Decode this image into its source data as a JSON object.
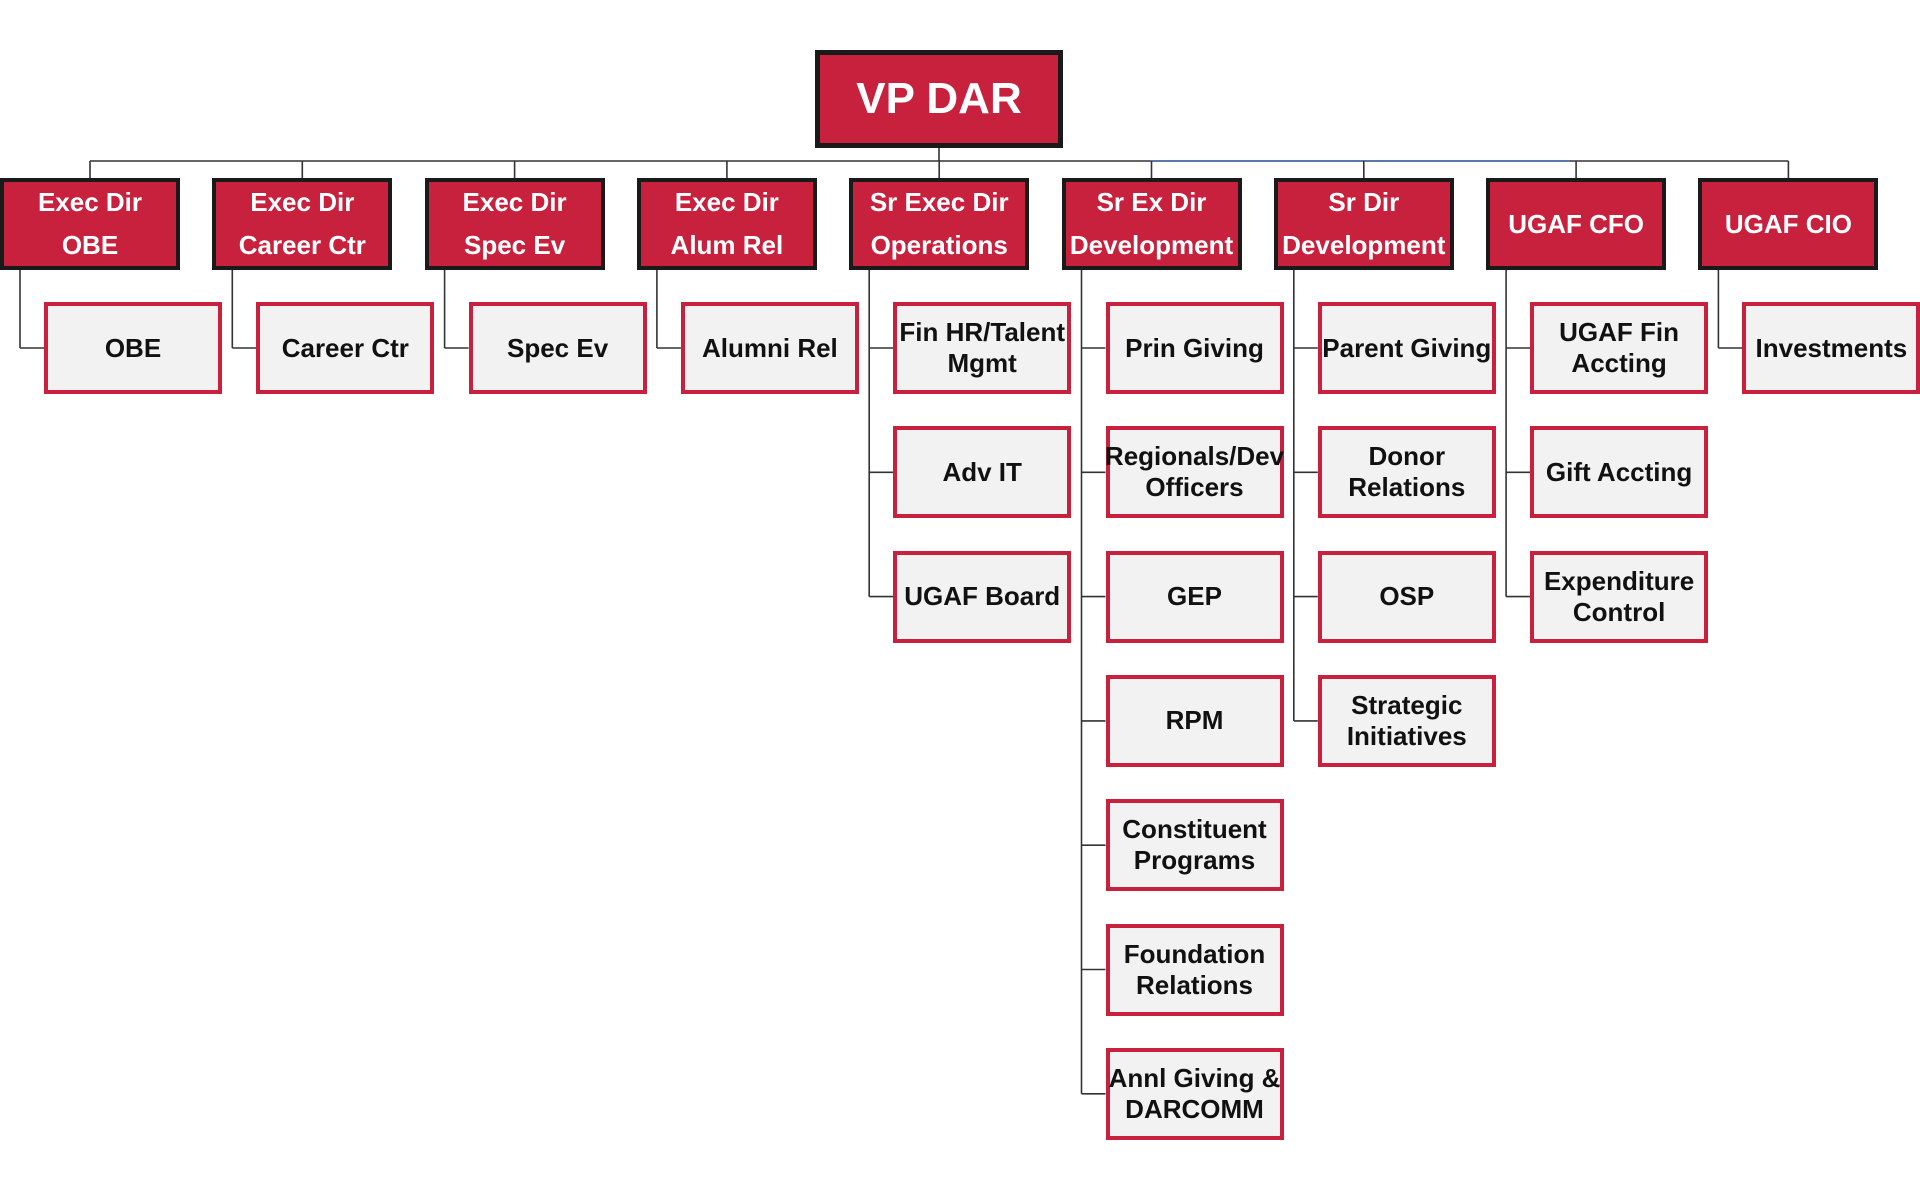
{
  "colors": {
    "accent": "#c8213d",
    "outline": "#1a1a1a",
    "child_fill": "#f2f2f2",
    "connector": "#333333",
    "connector_blue": "#4a6ea9"
  },
  "root": {
    "label": "VP DAR"
  },
  "departments": [
    {
      "head": [
        "Exec Dir",
        "OBE"
      ],
      "children": [
        [
          "OBE"
        ]
      ]
    },
    {
      "head": [
        "Exec Dir",
        "Career Ctr"
      ],
      "children": [
        [
          "Career Ctr"
        ]
      ]
    },
    {
      "head": [
        "Exec Dir",
        "Spec Ev"
      ],
      "children": [
        [
          "Spec Ev"
        ]
      ]
    },
    {
      "head": [
        "Exec Dir",
        "Alum Rel"
      ],
      "children": [
        [
          "Alumni Rel"
        ]
      ]
    },
    {
      "head": [
        "Sr Exec Dir",
        "Operations"
      ],
      "children": [
        [
          "Fin HR/Talent",
          "Mgmt"
        ],
        [
          "Adv IT"
        ],
        [
          "UGAF Board"
        ]
      ]
    },
    {
      "head": [
        "Sr Ex Dir",
        "Development"
      ],
      "children": [
        [
          "Prin Giving"
        ],
        [
          "Regionals/Dev",
          "Officers"
        ],
        [
          "GEP"
        ],
        [
          "RPM"
        ],
        [
          "Constituent",
          "Programs"
        ],
        [
          "Foundation",
          "Relations"
        ],
        [
          "Annl Giving &",
          "DARCOMM"
        ]
      ]
    },
    {
      "head": [
        "Sr Dir",
        "Development"
      ],
      "children": [
        [
          "Parent Giving"
        ],
        [
          "Donor",
          "Relations"
        ],
        [
          "OSP"
        ],
        [
          "Strategic",
          "Initiatives"
        ]
      ]
    },
    {
      "head": [
        "UGAF CFO"
      ],
      "children": [
        [
          "UGAF Fin",
          "Accting"
        ],
        [
          "Gift Accting"
        ],
        [
          "Expenditure",
          "Control"
        ]
      ]
    },
    {
      "head": [
        "UGAF CIO"
      ],
      "children": [
        [
          "Investments"
        ]
      ]
    }
  ]
}
